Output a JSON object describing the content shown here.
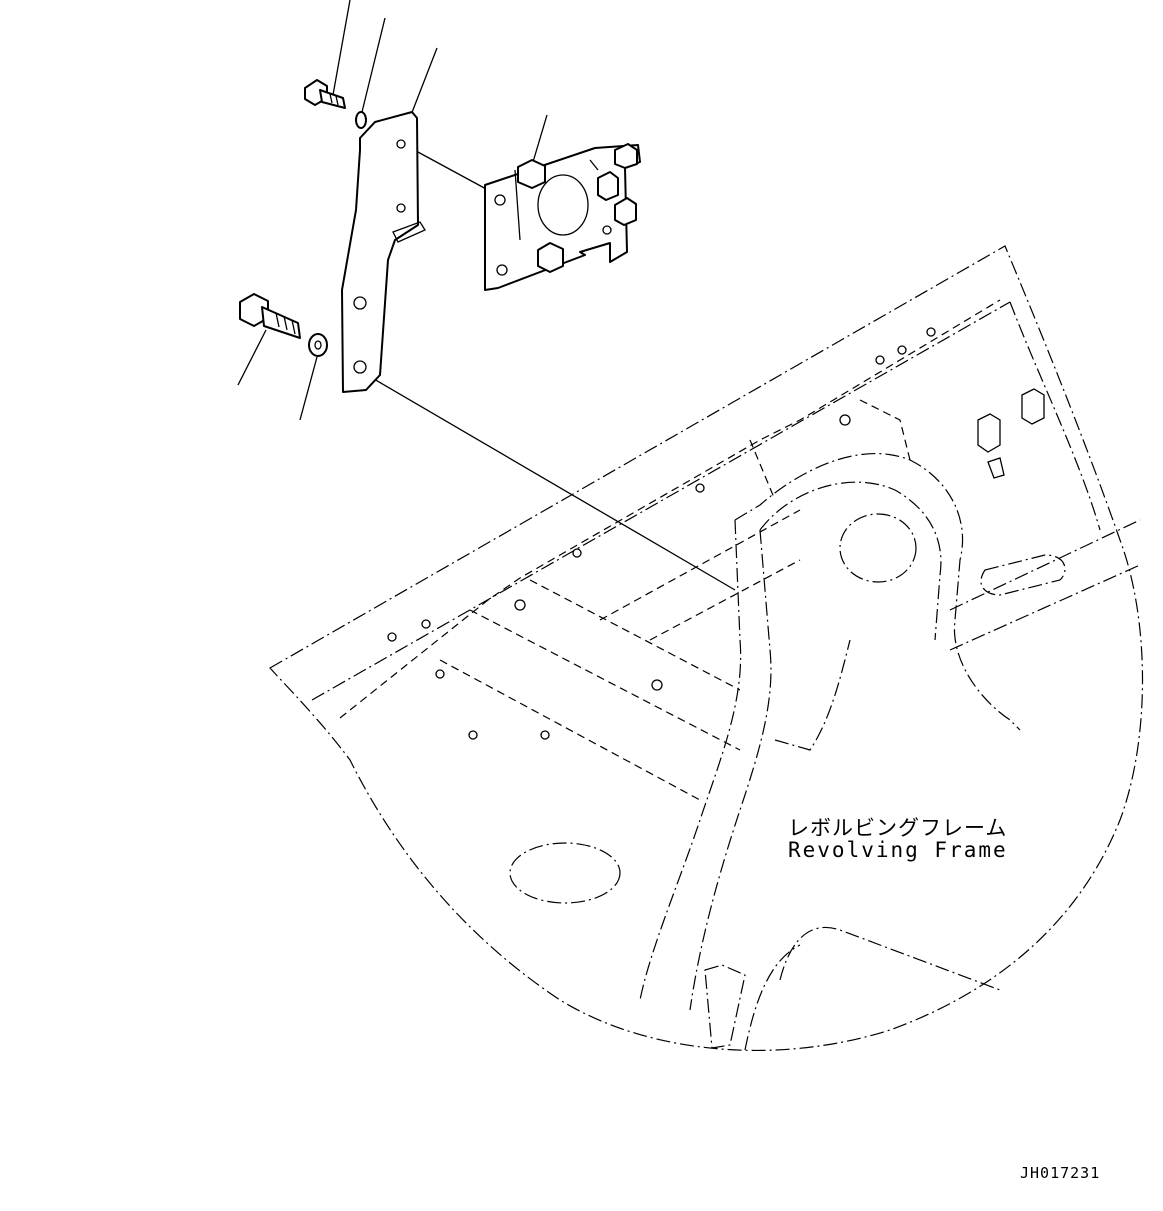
{
  "labels": {
    "part_name_jp": "レボルビングフレーム",
    "part_name_en": "Revolving Frame"
  },
  "drawing_code": "JH017231",
  "colors": {
    "line": "#000000",
    "background": "#ffffff"
  }
}
